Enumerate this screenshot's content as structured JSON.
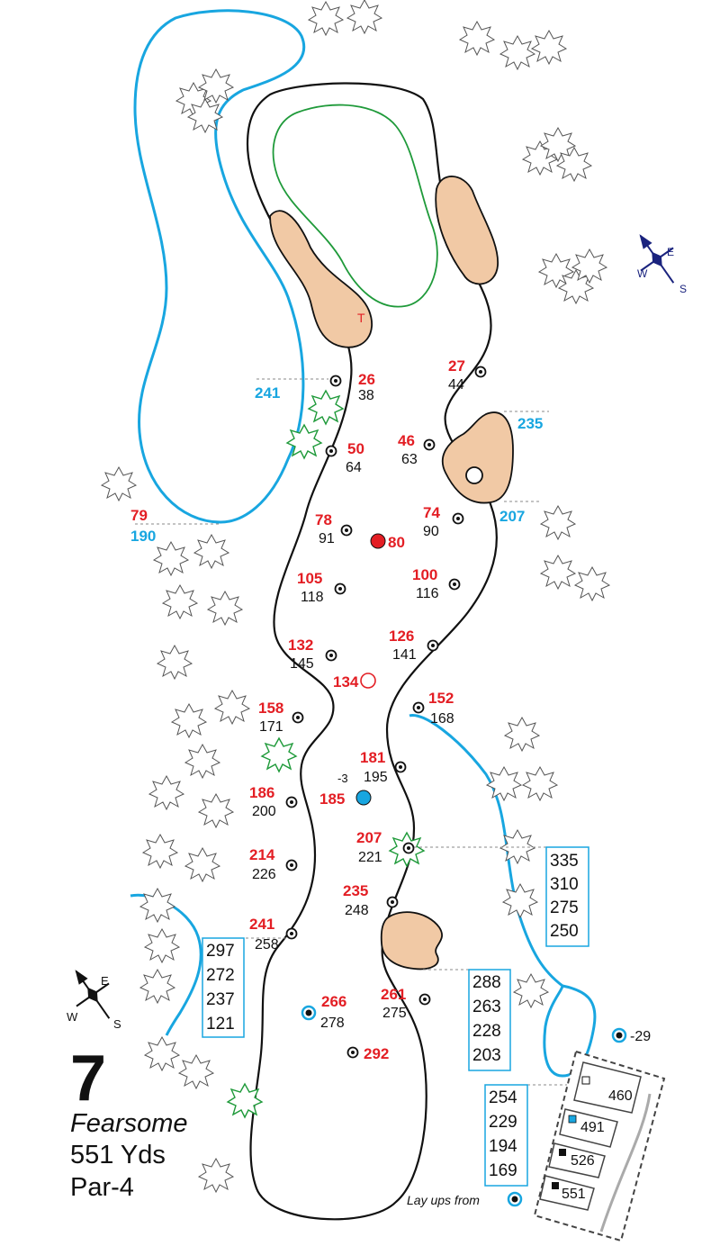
{
  "hole": {
    "number": "7",
    "name": "Fearsome",
    "yards": "551 Yds",
    "par": "Par-4"
  },
  "legend": {
    "layups_label": "Lay ups from"
  },
  "tee_marker": "T",
  "colors": {
    "water": "#18a6e0",
    "bunker": "#f1c9a5",
    "yardage_red": "#e31e24",
    "green_outline": "#1f9a3a",
    "compass": "#1a237e"
  },
  "compass_labels": {
    "north_a": "W",
    "north_b": "E",
    "north_c": "S",
    "south_a": "W",
    "south_b": "E",
    "south_c": "S"
  },
  "markers": [
    {
      "red": "26",
      "black": "38"
    },
    {
      "red": "27",
      "black": "44"
    },
    {
      "red": "46",
      "black": "63"
    },
    {
      "red": "50",
      "black": "64"
    },
    {
      "red": "74",
      "black": "90"
    },
    {
      "red": "78",
      "black": "91"
    },
    {
      "red": "105",
      "black": "118"
    },
    {
      "red": "100",
      "black": "116"
    },
    {
      "red": "132",
      "black": "145"
    },
    {
      "red": "126",
      "black": "141"
    },
    {
      "red": "158",
      "black": "171"
    },
    {
      "red": "152",
      "black": "168"
    },
    {
      "red": "181",
      "black": "195"
    },
    {
      "red": "186",
      "black": "200"
    },
    {
      "red": "207",
      "black": "221"
    },
    {
      "red": "214",
      "black": "226"
    },
    {
      "red": "235",
      "black": "248"
    },
    {
      "red": "241",
      "black": "258"
    },
    {
      "red": "261",
      "black": "275"
    },
    {
      "red": "266",
      "black": "278"
    }
  ],
  "special_points": {
    "red_dot": "80",
    "open_circle": "134",
    "blue_dot": "185",
    "blue_dot_adj": "-3",
    "far_layup": "292",
    "layup_adj": "-29"
  },
  "hazard_distances": {
    "left_water_top": "241",
    "right_bunker_top": "235",
    "right_bunker_bottom": "207",
    "left_water_bottom_red": "79",
    "left_water_bottom_blue": "190"
  },
  "yard_boxes": [
    [
      "335",
      "310",
      "275",
      "250"
    ],
    [
      "297",
      "272",
      "237",
      "121"
    ],
    [
      "288",
      "263",
      "228",
      "203"
    ],
    [
      "254",
      "229",
      "194",
      "169"
    ]
  ],
  "tees": [
    "460",
    "491",
    "526",
    "551"
  ]
}
